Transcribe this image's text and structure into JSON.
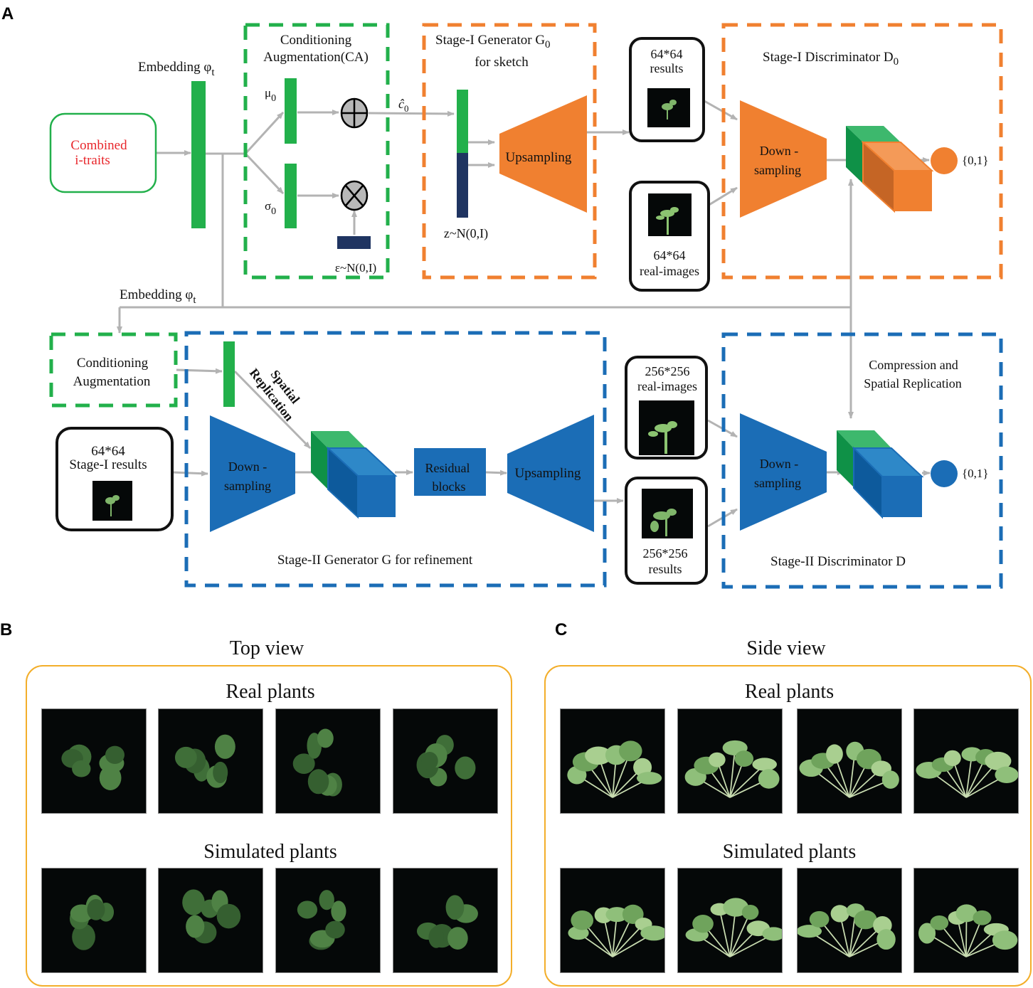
{
  "panels": {
    "A": {
      "letter": "A",
      "input_box": {
        "line1": "Combined",
        "line2": "i-traits"
      },
      "embedding_label": "Embedding φ",
      "embedding_sub": "t",
      "ca_box": {
        "title1": "Conditioning",
        "title2": "Augmentation(CA)",
        "mu": "μ",
        "mu_sub": "0",
        "sigma": "σ",
        "sigma_sub": "0",
        "epsilon": "ε~N(0,I)"
      },
      "c0_label": "ĉ",
      "c0_sub": "0",
      "stage1_gen": {
        "title1": "Stage-I Generator G",
        "title1_sub": "0",
        "title2": "for sketch",
        "block": "Upsampling",
        "noise": "z~N(0,I)"
      },
      "stage1_results": {
        "line1": "64*64",
        "line2": "results"
      },
      "stage1_real": {
        "line1": "64*64",
        "line2": "real-images"
      },
      "stage1_disc": {
        "title": "Stage-I Discriminator D",
        "title_sub": "0",
        "block1": "Down -",
        "block2": "sampling",
        "output": "{0,1}"
      },
      "embedding2_label": "Embedding φ",
      "embedding2_sub": "t",
      "ca2_box": {
        "line1": "Conditioning",
        "line2": "Augmentation"
      },
      "spatial_rep": {
        "line1": "Spatial",
        "line2": "Replication"
      },
      "stage1_input": {
        "line1": "64*64",
        "line2": "Stage-I results"
      },
      "stage2_gen": {
        "title": "Stage-II Generator G for refinement",
        "down1": "Down -",
        "down2": "sampling",
        "res1": "Residual",
        "res2": "blocks",
        "up": "Upsampling"
      },
      "stage2_real": {
        "line1": "256*256",
        "line2": "real-images"
      },
      "stage2_results": {
        "line1": "256*256",
        "line2": "results"
      },
      "stage2_disc": {
        "title": "Stage-II Discriminator D",
        "note1": "Compression and",
        "note2": "Spatial Replication",
        "block1": "Down -",
        "block2": "sampling",
        "output": "{0,1}"
      }
    },
    "B": {
      "letter": "B",
      "title": "Top view",
      "row1_title": "Real plants",
      "row2_title": "Simulated plants",
      "real_images": [
        "top-real-1",
        "top-real-2",
        "top-real-3",
        "top-real-4"
      ],
      "simulated_images": [
        "top-sim-1",
        "top-sim-2",
        "top-sim-3",
        "top-sim-4"
      ]
    },
    "C": {
      "letter": "C",
      "title": "Side view",
      "row1_title": "Real plants",
      "row2_title": "Simulated plants",
      "real_images": [
        "side-real-1",
        "side-real-2",
        "side-real-3",
        "side-real-4"
      ],
      "simulated_images": [
        "side-sim-1",
        "side-sim-2",
        "side-sim-3",
        "side-sim-4"
      ]
    }
  },
  "colors": {
    "green": "#22b04b",
    "green_dark": "#0f9147",
    "green_light": "#3db86d",
    "orange": "#f08030",
    "orange_light": "#f49a58",
    "orange_dark": "#c56525",
    "blue": "#1b6db6",
    "blue_light": "#2e88c8",
    "blue_dark": "#0d5a9c",
    "navy": "#1f3461",
    "arrow": "#b3b3b3",
    "red_text": "#e8262b",
    "gallery_border": "#f3ae2a"
  }
}
